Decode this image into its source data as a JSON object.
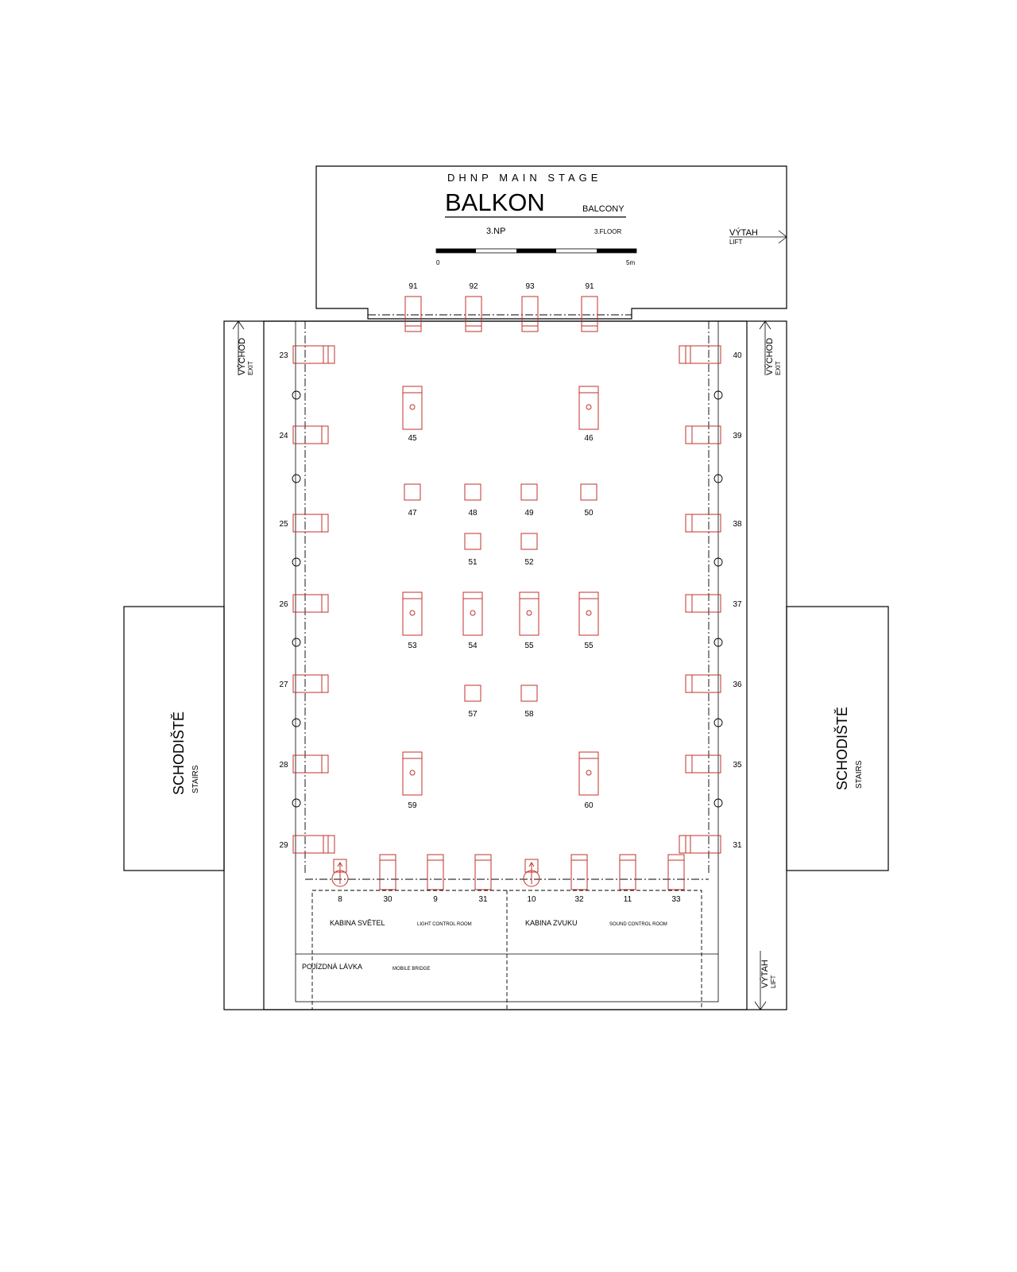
{
  "title": {
    "venue": "DHNP MAIN STAGE",
    "main": "BALKON",
    "main_en": "BALCONY",
    "floor_cz": "3.NP",
    "floor_en": "3.FLOOR"
  },
  "scale": {
    "start": "0",
    "end": "5m"
  },
  "lift_top": {
    "cz": "VÝTAH",
    "en": "LIFT"
  },
  "lift_bottom": {
    "cz": "VÝTAH",
    "en": "LIFT"
  },
  "exit_left": {
    "cz": "VÝCHOD",
    "en": "EXIT"
  },
  "exit_right": {
    "cz": "VÝCHOD",
    "en": "EXIT"
  },
  "stairs_left": {
    "cz": "SCHODIŠTĚ",
    "en": "STAIRS"
  },
  "stairs_right": {
    "cz": "SCHODIŠTĚ",
    "en": "STAIRS"
  },
  "rooms": {
    "light": {
      "cz": "KABINA SVĚTEL",
      "en": "LIGHT CONTROL ROOM"
    },
    "sound": {
      "cz": "KABINA ZVUKU",
      "en": "SOUND CONTROL ROOM"
    },
    "bridge": {
      "cz": "POJÍZDNÁ LÁVKA",
      "en": "MOBILE BRIDGE"
    }
  },
  "fixtures": {
    "top_bar": [
      "91",
      "92",
      "93",
      "91"
    ],
    "left_wall": [
      "23",
      "24",
      "25",
      "26",
      "27",
      "28",
      "29"
    ],
    "right_wall": [
      "40",
      "39",
      "38",
      "37",
      "36",
      "35",
      "31"
    ],
    "row_45_46": [
      "45",
      "46"
    ],
    "row_47_50": [
      "47",
      "48",
      "49",
      "50"
    ],
    "row_51_52": [
      "51",
      "52"
    ],
    "row_53_56": [
      "53",
      "54",
      "55",
      "55"
    ],
    "row_57_58": [
      "57",
      "58"
    ],
    "row_59_60": [
      "59",
      "60"
    ],
    "bottom_bar": [
      "8",
      "30",
      "9",
      "31",
      "10",
      "32",
      "11",
      "33"
    ]
  }
}
